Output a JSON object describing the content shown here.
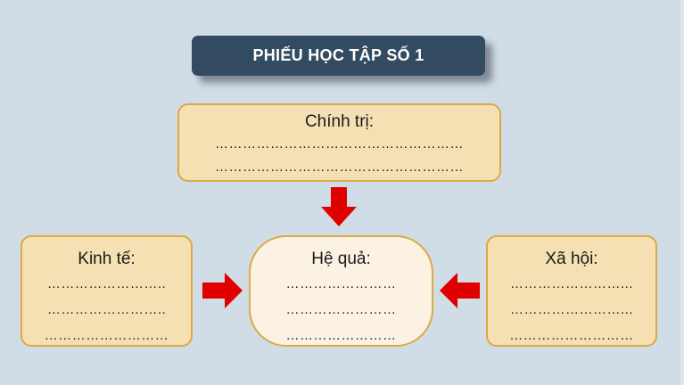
{
  "title": "PHIẾU HỌC TẬP SỐ 1",
  "boxes": {
    "chinh_tri": {
      "label": "Chính trị:",
      "lines": [
        "………………………………………………",
        "………………………………………………"
      ]
    },
    "kinh_te": {
      "label": "Kinh tế:",
      "lines": [
        "……………………..",
        "……………………..",
        "………………………"
      ]
    },
    "he_qua": {
      "label": "Hệ quả:",
      "lines": [
        "……………………",
        "……………………",
        "……………………"
      ]
    },
    "xa_hoi": {
      "label": "Xã hội:",
      "lines": [
        "……………………...",
        "……………………...",
        "………………………"
      ]
    }
  },
  "colors": {
    "background": "#d0dce6",
    "title_bg": "#334b61",
    "box_fill": "#f4e0b2",
    "center_fill": "#fbf2e3",
    "box_border": "#dcaa44",
    "arrow": "#e00000"
  },
  "arrows": [
    {
      "from": "chinh_tri",
      "to": "he_qua",
      "direction": "down"
    },
    {
      "from": "kinh_te",
      "to": "he_qua",
      "direction": "right"
    },
    {
      "from": "xa_hoi",
      "to": "he_qua",
      "direction": "left"
    }
  ]
}
